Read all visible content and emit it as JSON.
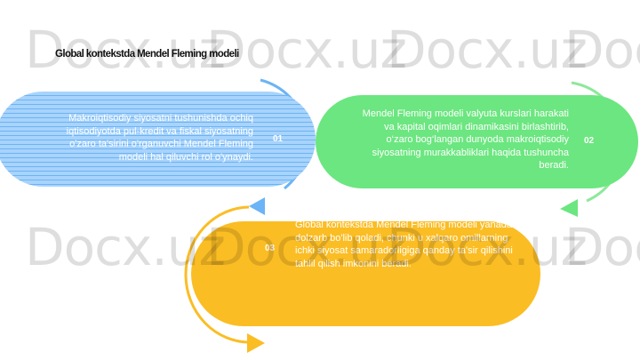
{
  "title": "Global kontekstda Mendel Fleming modeli",
  "watermark": "Docx.uz",
  "steps": [
    {
      "number": "01",
      "text": "Makroiqtisodiy siyosatni tushunishda ochiq iqtisodiyotda pul-kredit va fiskal siyosatning o'zaro ta'sirini o'rganuvchi Mendel Fleming modeli hal qiluvchi rol o'ynaydi.",
      "color": "#6bb4f6"
    },
    {
      "number": "02",
      "text": "Mendel Fleming modeli valyuta kurslari harakati va kapital oqimlari dinamikasini birlashtirib, o‘zaro bog‘langan dunyoda makroiqtisodiy siyosatning murakkabliklari haqida tushuncha beradi.",
      "color": "#6ce680"
    },
    {
      "number": "03",
      "text": "Global kontekstda Mendel Fleming modeli yanada dolzarb bo'lib qoladi, chunki u xalqaro omillarning ichki siyosat samaradorligiga qanday ta'sir qilishini tahlil qilish imkonini beradi.",
      "color": "#fbbd24"
    }
  ]
}
